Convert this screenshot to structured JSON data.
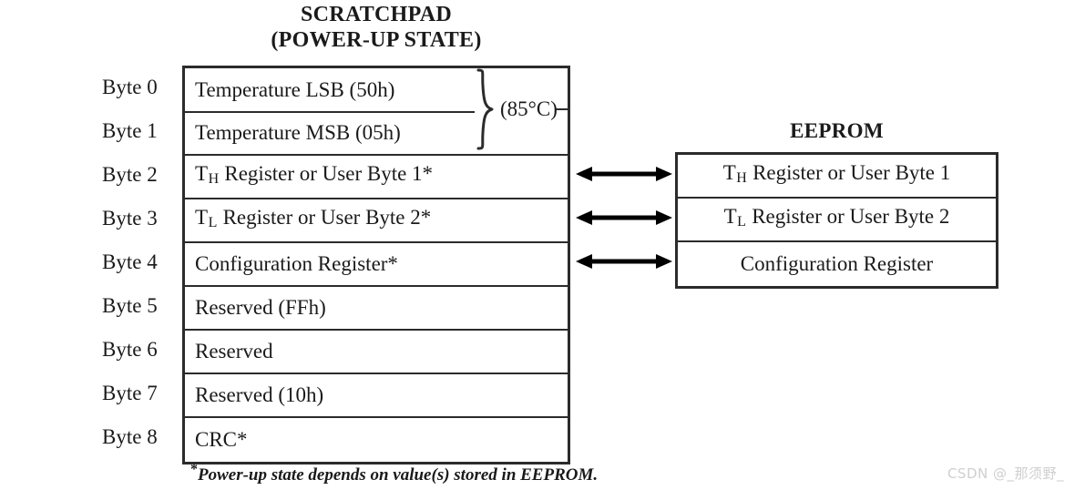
{
  "scratchpad": {
    "title_line1": "SCRATCHPAD",
    "title_line2": "(POWER-UP STATE)",
    "byte_labels": [
      "Byte 0",
      "Byte 1",
      "Byte 2",
      "Byte 3",
      "Byte 4",
      "Byte 5",
      "Byte 6",
      "Byte 7",
      "Byte 8"
    ],
    "rows": [
      {
        "text": "Temperature LSB (50h)"
      },
      {
        "text": "Temperature MSB (05h)"
      },
      {
        "prefix": "T",
        "sub": "H",
        "suffix": " Register or User Byte 1*"
      },
      {
        "prefix": "T",
        "sub": "L",
        "suffix": " Register or User Byte 2*"
      },
      {
        "text": "Configuration Register*"
      },
      {
        "text": "Reserved (FFh)"
      },
      {
        "text": "Reserved"
      },
      {
        "text": "Reserved (10h)"
      },
      {
        "text": "CRC*"
      }
    ],
    "temperature_annotation": "(85°C)"
  },
  "eeprom": {
    "title": "EEPROM",
    "rows": [
      {
        "prefix": "T",
        "sub": "H",
        "suffix": " Register or User Byte 1"
      },
      {
        "prefix": "T",
        "sub": "L",
        "suffix": " Register or User Byte 2"
      },
      {
        "text": "Configuration Register"
      }
    ]
  },
  "arrows": {
    "th_arrow_label": "bidirectional-arrow-th",
    "tl_arrow_label": "bidirectional-arrow-tl",
    "cfg_arrow_label": "bidirectional-arrow-config"
  },
  "footnote": {
    "marker": "*",
    "text": "Power-up state depends on value(s) stored in EEPROM."
  },
  "watermark": "CSDN @_那须野_",
  "colors": {
    "line": "#2b2b2b",
    "text": "#1a1a1a",
    "background": "#ffffff",
    "watermark": "#cfcfcf"
  }
}
